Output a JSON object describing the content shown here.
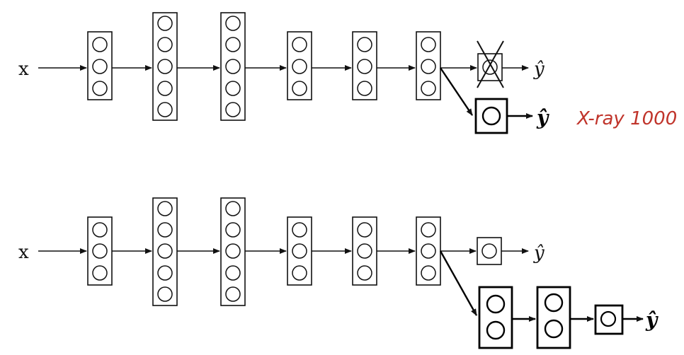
{
  "top": {
    "input_label": "x",
    "output_label": "ŷ",
    "new_output_label": "ŷ",
    "annotation": "X-ray 1000"
  },
  "bottom": {
    "input_label": "x",
    "output_label": "ŷ",
    "new_output_label": "ŷ"
  },
  "colors": {
    "ink": "#111111",
    "annotation": "#c0342b"
  }
}
